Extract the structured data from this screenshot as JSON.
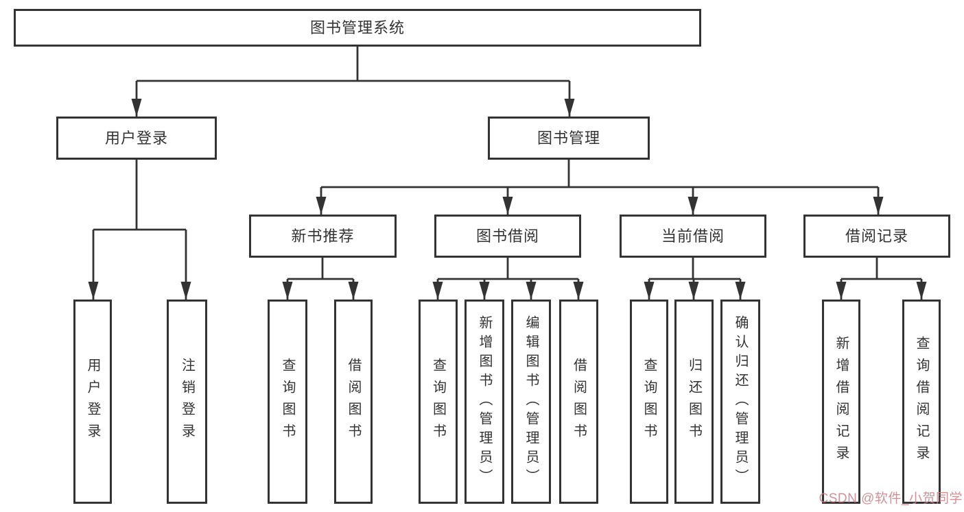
{
  "diagram": {
    "root": {
      "label": "图书管理系统"
    },
    "branches": [
      {
        "label": "用户登录",
        "children": [
          "用户登录",
          "注销登录"
        ]
      },
      {
        "label": "图书管理",
        "children": [
          {
            "label": "新书推荐",
            "children": [
              "查询图书",
              "借阅图书"
            ]
          },
          {
            "label": "图书借阅",
            "children": [
              "查询图书",
              "新增图书（管理员）",
              "编辑图书（管理员）",
              "借阅图书"
            ]
          },
          {
            "label": "当前借阅",
            "children": [
              "查询图书",
              "归还图书",
              "确认归还（管理员）"
            ]
          },
          {
            "label": "借阅记录",
            "children": [
              "新增借阅记录",
              "查询借阅记录"
            ]
          }
        ]
      }
    ],
    "colors": {
      "line": "#333333",
      "box_border": "#333333",
      "text": "#333333",
      "watermark": "#c9828a"
    },
    "watermark": "CSDN @软件_小贺同学"
  }
}
